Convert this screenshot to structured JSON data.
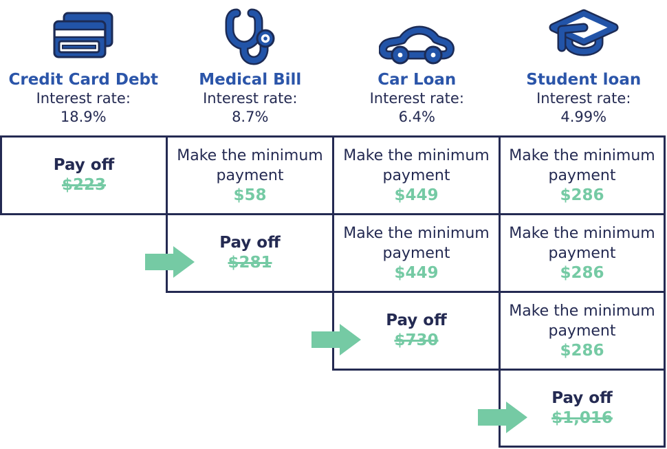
{
  "palette": {
    "heading_blue": "#2B55A9",
    "icon_blue": "#2254A8",
    "icon_outline": "#1C2B55",
    "navy_text": "#242A52",
    "mint_green": "#75CAA4",
    "background": "#FFFFFF"
  },
  "columns": [
    {
      "icon": "credit-card-icon",
      "title": "Credit Card Debt",
      "rate_label": "Interest rate:",
      "rate": "18.9%"
    },
    {
      "icon": "stethoscope-icon",
      "title": "Medical Bill",
      "rate_label": "Interest rate:",
      "rate": "8.7%"
    },
    {
      "icon": "car-icon",
      "title": "Car Loan",
      "rate_label": "Interest rate:",
      "rate": "6.4%"
    },
    {
      "icon": "graduation-cap-icon",
      "title": "Student loan",
      "rate_label": "Interest rate:",
      "rate": "4.99%"
    }
  ],
  "table": {
    "cells": [
      {
        "row": 0,
        "col": 0,
        "kind": "payoff",
        "label": "Pay off",
        "amount": "$223",
        "struck": true
      },
      {
        "row": 0,
        "col": 1,
        "kind": "minimum",
        "label": "Make the minimum payment",
        "amount": "$58",
        "struck": false
      },
      {
        "row": 0,
        "col": 2,
        "kind": "minimum",
        "label": "Make the minimum payment",
        "amount": "$449",
        "struck": false
      },
      {
        "row": 0,
        "col": 3,
        "kind": "minimum",
        "label": "Make the minimum payment",
        "amount": "$286",
        "struck": false
      },
      {
        "row": 1,
        "col": 1,
        "kind": "payoff",
        "label": "Pay off",
        "amount": "$281",
        "struck": true
      },
      {
        "row": 1,
        "col": 2,
        "kind": "minimum",
        "label": "Make the minimum payment",
        "amount": "$449",
        "struck": false
      },
      {
        "row": 1,
        "col": 3,
        "kind": "minimum",
        "label": "Make the minimum payment",
        "amount": "$286",
        "struck": false
      },
      {
        "row": 2,
        "col": 2,
        "kind": "payoff",
        "label": "Pay off",
        "amount": "$730",
        "struck": true
      },
      {
        "row": 2,
        "col": 3,
        "kind": "minimum",
        "label": "Make the minimum payment",
        "amount": "$286",
        "struck": false
      },
      {
        "row": 3,
        "col": 3,
        "kind": "payoff",
        "label": "Pay off",
        "amount": "$1,016",
        "struck": true
      }
    ],
    "arrows": [
      {
        "row": 1,
        "col": 1
      },
      {
        "row": 2,
        "col": 2
      },
      {
        "row": 3,
        "col": 3
      }
    ]
  }
}
